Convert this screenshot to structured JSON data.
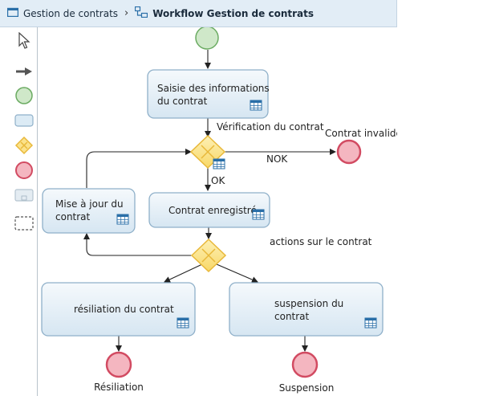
{
  "breadcrumb": {
    "parent": "Gestion de contrats",
    "separator": "›",
    "current": "Workflow Gestion de contrats"
  },
  "palette": {
    "items": [
      "select-tool",
      "sequence-flow-tool",
      "start-event-tool",
      "task-tool",
      "gateway-tool",
      "end-event-tool",
      "subprocess-tool",
      "lasso-tool"
    ]
  },
  "diagram": {
    "tasks": {
      "saisie": [
        "Saisie des informations",
        "du contrat"
      ],
      "enregistre": [
        "Contrat enregistré"
      ],
      "miseajour": [
        "Mise à jour du",
        "contrat"
      ],
      "resiliation": [
        "résiliation du contrat"
      ],
      "suspension": [
        "suspension du",
        "contrat"
      ]
    },
    "labels": {
      "verification": "Vérification du contrat",
      "nok": "NOK",
      "ok": "OK",
      "actions": "actions sur le contrat"
    },
    "ends": {
      "invalide": "Contrat invalide",
      "resiliation": "Résiliation",
      "suspension": "Suspension"
    }
  },
  "colors": {
    "start_fill": "#cfe8c9",
    "start_stroke": "#6bab62",
    "end_fill": "#f4b6c0",
    "end_stroke": "#d24b62",
    "gateway_fill": "#fbe28a",
    "gateway_stroke": "#e8b83a",
    "task_fill": "#dcebf5",
    "task_stroke": "#8fb0c9",
    "breadcrumb_bg": "#e2edf6",
    "accent": "#2a6fa8"
  }
}
